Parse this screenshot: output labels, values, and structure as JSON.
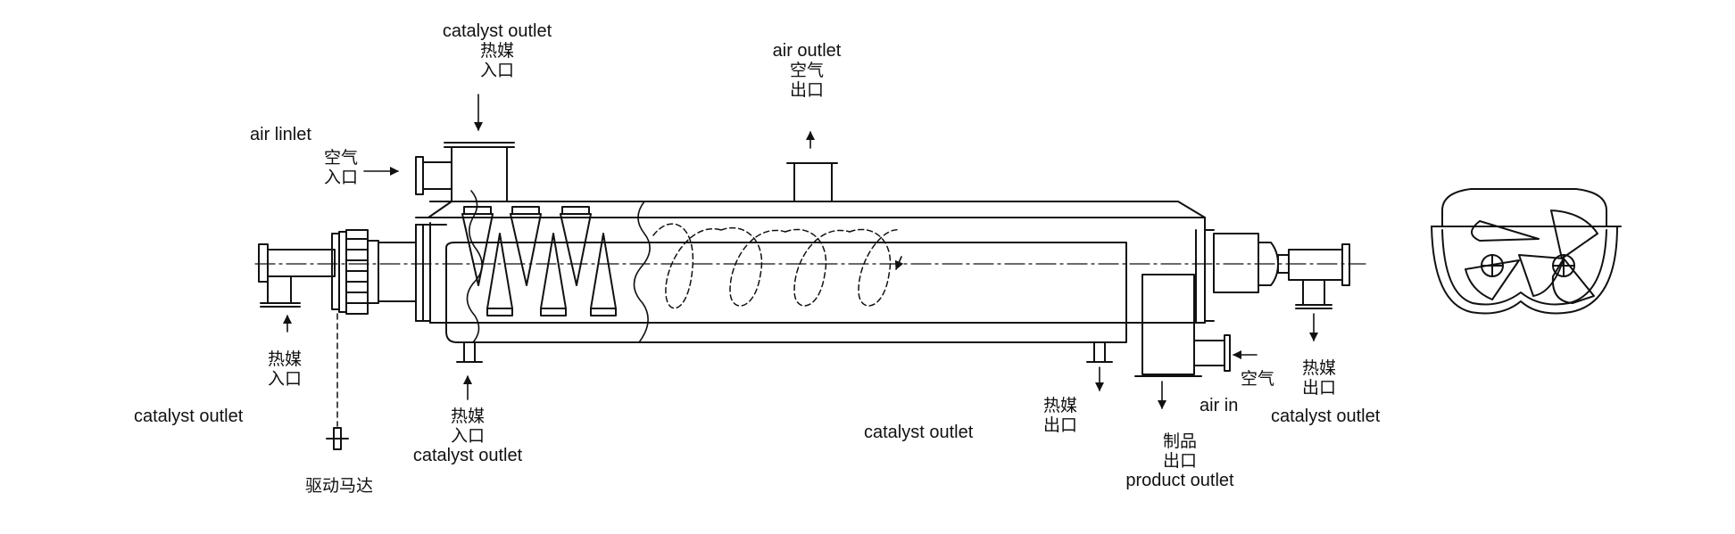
{
  "labels": {
    "top_inlet_en": "catalyst outlet",
    "top_inlet_zh1": "热媒",
    "top_inlet_zh2": "入口",
    "air_outlet_en": "air outlet",
    "air_outlet_zh1": "空气",
    "air_outlet_zh2": "出口",
    "air_inlet_en": "air linlet",
    "air_inlet_zh1": "空气",
    "air_inlet_zh2": "入口",
    "left_inlet_zh1": "热媒",
    "left_inlet_zh2": "入口",
    "left_inlet_en": "catalyst outlet",
    "motor_zh": "驱动马达",
    "bottom_inlet_zh1": "热媒",
    "bottom_inlet_zh2": "入口",
    "bottom_inlet_en": "catalyst outlet",
    "mid_outlet_en": "catalyst outlet",
    "mid_outlet_zh1": "热媒",
    "mid_outlet_zh2": "出口",
    "product_zh1": "制品",
    "product_zh2": "出口",
    "product_en": "product outlet",
    "air_in_zh": "空气",
    "air_in_en": "air in",
    "right_outlet_zh1": "热媒",
    "right_outlet_zh2": "出口",
    "right_outlet_en": "catalyst outlet"
  }
}
